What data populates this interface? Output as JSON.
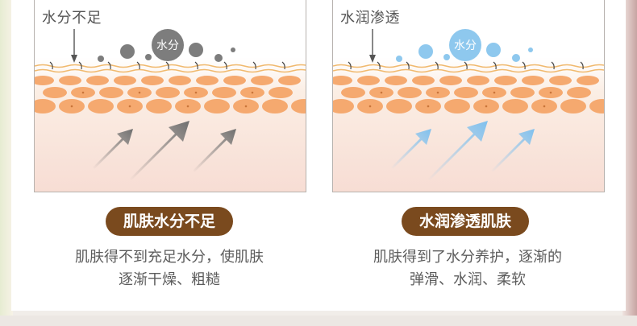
{
  "panels": [
    {
      "tag": "水分不足",
      "bubble_label": "水分",
      "pill": "肌肤水分不足",
      "desc_line1": "肌肤得不到充足水分，使肌肤",
      "desc_line2": "逐渐干燥、粗糙",
      "bubble_color": "#7d7d7d",
      "arrow_color": "#6f6f6f"
    },
    {
      "tag": "水润渗透",
      "bubble_label": "水分",
      "pill": "水润渗透肌肤",
      "desc_line1": "肌肤得到了水分养护，逐渐的",
      "desc_line2": "弹滑、水润、柔软",
      "bubble_color": "#8ec8ee",
      "arrow_color": "#7fc0ee"
    }
  ],
  "colors": {
    "pill_bg": "#7a4a1e",
    "cell_fill": "#f5a96f",
    "cell_nucleus": "#c9753a",
    "skin_line": "#f0b96e"
  },
  "icons": [
    "pointer-arrow-icon",
    "water-bubble-icon",
    "upward-arrow-icon"
  ]
}
